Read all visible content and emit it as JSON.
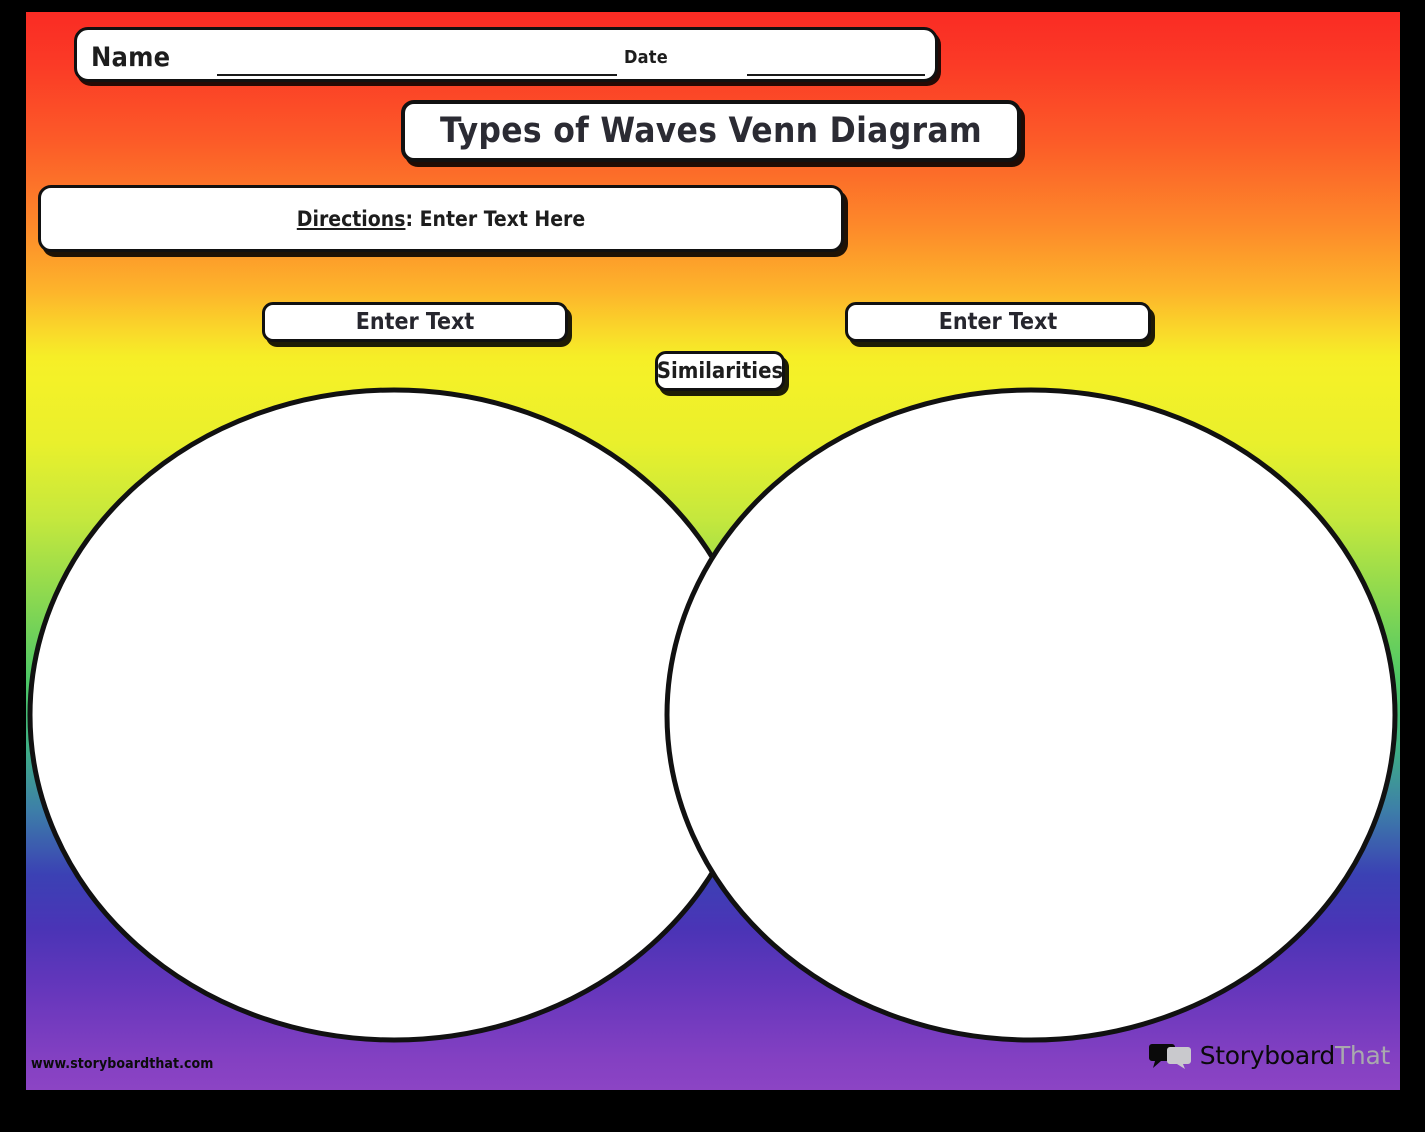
{
  "page": {
    "background_colors": {
      "frame": "#000000",
      "gradient_top": "#fa2b24",
      "gradient_orange": "#fd8a2a",
      "gradient_yellow": "#f4f128",
      "gradient_green": "#4dc866",
      "gradient_blue": "#3b41b4",
      "gradient_bottom": "#8c44c4"
    },
    "ink_color": "#111111",
    "plate_color": "#ffffff"
  },
  "header": {
    "name_label": "Name",
    "date_label": "Date"
  },
  "title": {
    "text": "Types of Waves Venn Diagram"
  },
  "directions": {
    "label": "Directions",
    "separator": ": ",
    "value": "Enter Text Here"
  },
  "venn": {
    "left_set_label": "Enter Text",
    "right_set_label": "Enter Text",
    "overlap_label": "Similarities",
    "circle_stroke": "#111111",
    "circle_fill": "#ffffff"
  },
  "footer": {
    "url": "www.storyboardthat.com",
    "logo_word_primary": "Storyboard",
    "logo_word_secondary": "That",
    "logo_bubble_dark": "#0a0a0a",
    "logo_bubble_light": "#c9c9cd"
  }
}
